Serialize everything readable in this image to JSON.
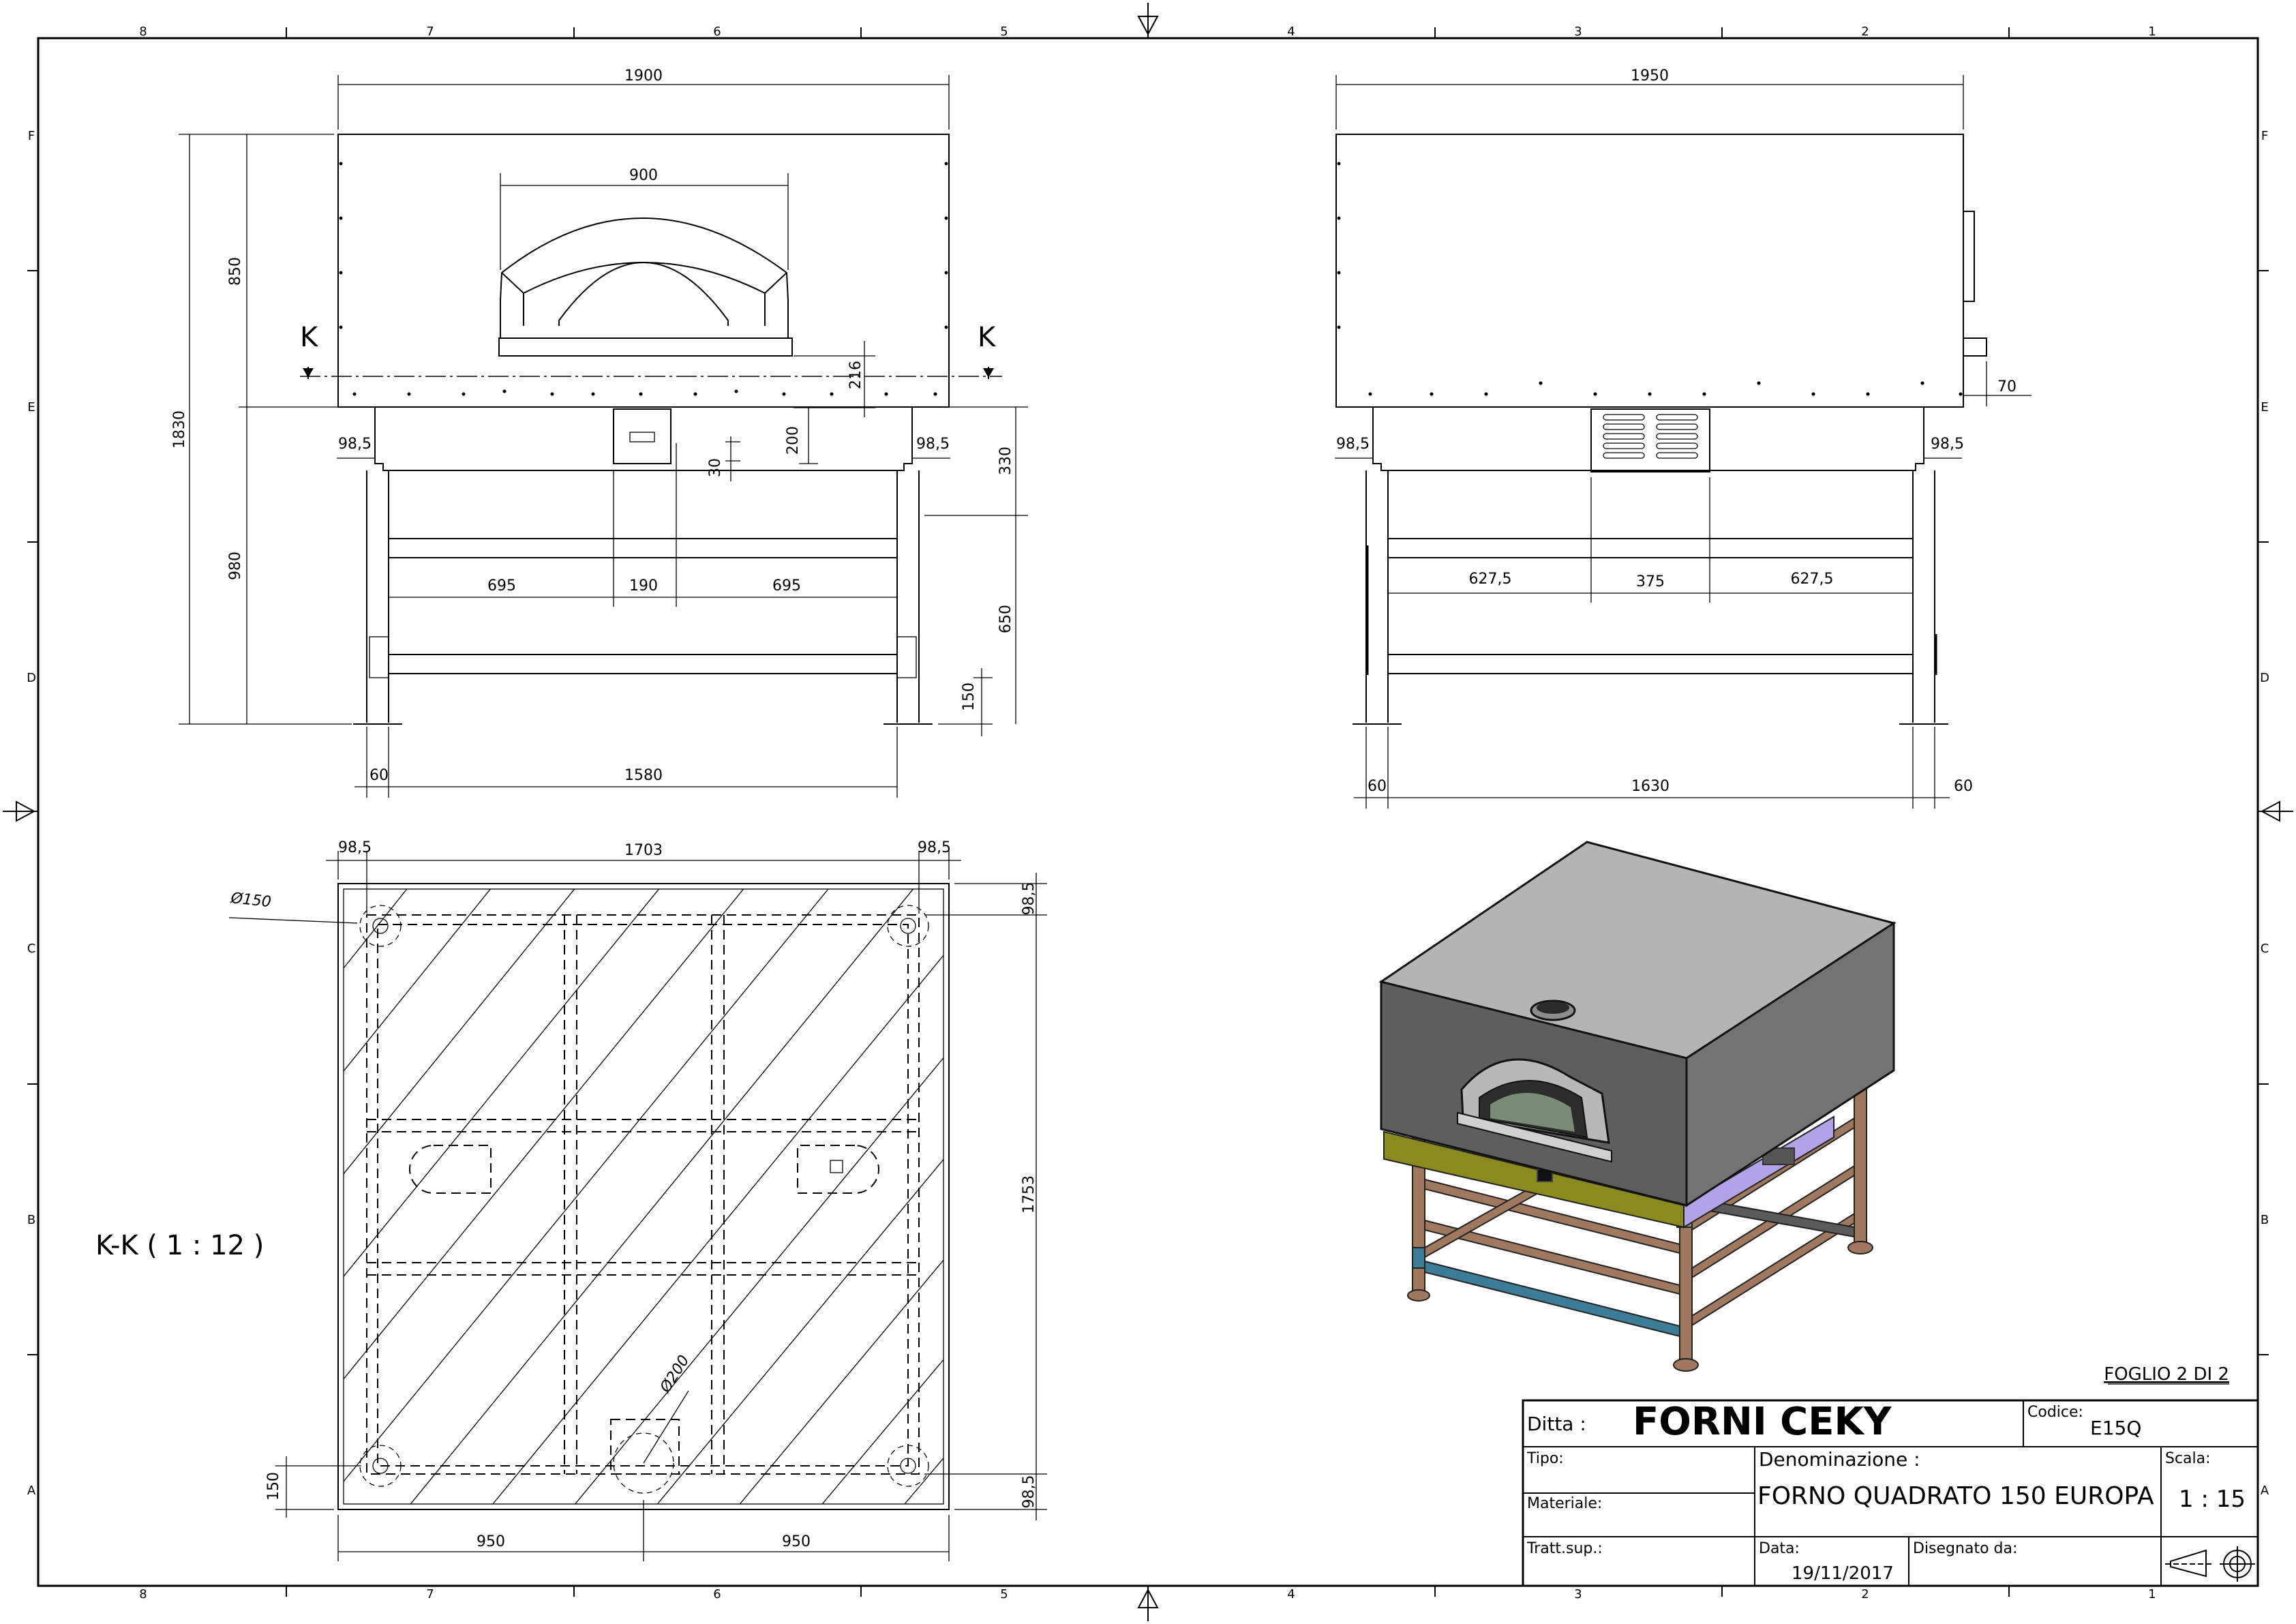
{
  "zones": {
    "columns": [
      "8",
      "7",
      "6",
      "5",
      "4",
      "3",
      "2",
      "1"
    ],
    "rows": [
      "F",
      "E",
      "D",
      "C",
      "B",
      "A"
    ]
  },
  "front_view": {
    "overall_width": "1900",
    "door_width": "900",
    "section_mark_left": "K",
    "section_mark_right": "K",
    "total_height": "1830",
    "upper_height": "850",
    "lower_height": "980",
    "door_sill": "216",
    "drawer_height": "200",
    "handle_offset": "30",
    "offset_left": "98,5",
    "offset_right": "98,5",
    "frame_height": "330",
    "stand_height": "650",
    "foot_height": "150",
    "span_left": "695",
    "span_middle": "190",
    "span_right": "695",
    "leg_width": "60",
    "leg_span": "1580"
  },
  "side_view": {
    "overall_depth": "1950",
    "flue_offset": "70",
    "offset_left": "98,5",
    "offset_right": "98,5",
    "span_left": "627,5",
    "span_middle": "375",
    "span_right": "627,5",
    "leg_width_left": "60",
    "leg_span": "1630",
    "leg_width_right": "60"
  },
  "section_view": {
    "label": "K-K ( 1 : 12 )",
    "offset_left": "98,5",
    "inner_width": "1703",
    "offset_right": "98,5",
    "leg_diameter": "Ø150",
    "flue_diameter": "Ø200",
    "offset_top": "98,5",
    "inner_depth": "1753",
    "offset_bottom": "98,5",
    "bottom_edge": "150",
    "half_left": "950",
    "half_right": "950"
  },
  "sheet": "FOGLIO 2 DI 2",
  "title_block": {
    "company_label": "Ditta :",
    "company": "FORNI CEKY",
    "code_label": "Codice:",
    "code": "E15Q",
    "type_label": "Tipo:",
    "name_label": "Denominazione :",
    "name": "FORNO QUADRATO 150 EUROPA",
    "scale_label": "Scala:",
    "scale": "1 : 15",
    "material_label": "Materiale:",
    "surface_label": "Tratt.sup.:",
    "date_label": "Data:",
    "date": "19/11/2017",
    "drawn_label": "Disegnato da:"
  },
  "colors": {
    "oven_top": "#b4b4b4",
    "oven_front": "#5e5e5e",
    "oven_side": "#737373",
    "drawer": "#8a8a1e",
    "panel_side": "#b3a3e6",
    "leg_wood": "#a0785e",
    "bar_blue": "#3c7c96"
  },
  "icons": [
    "projection-symbol-icon"
  ]
}
